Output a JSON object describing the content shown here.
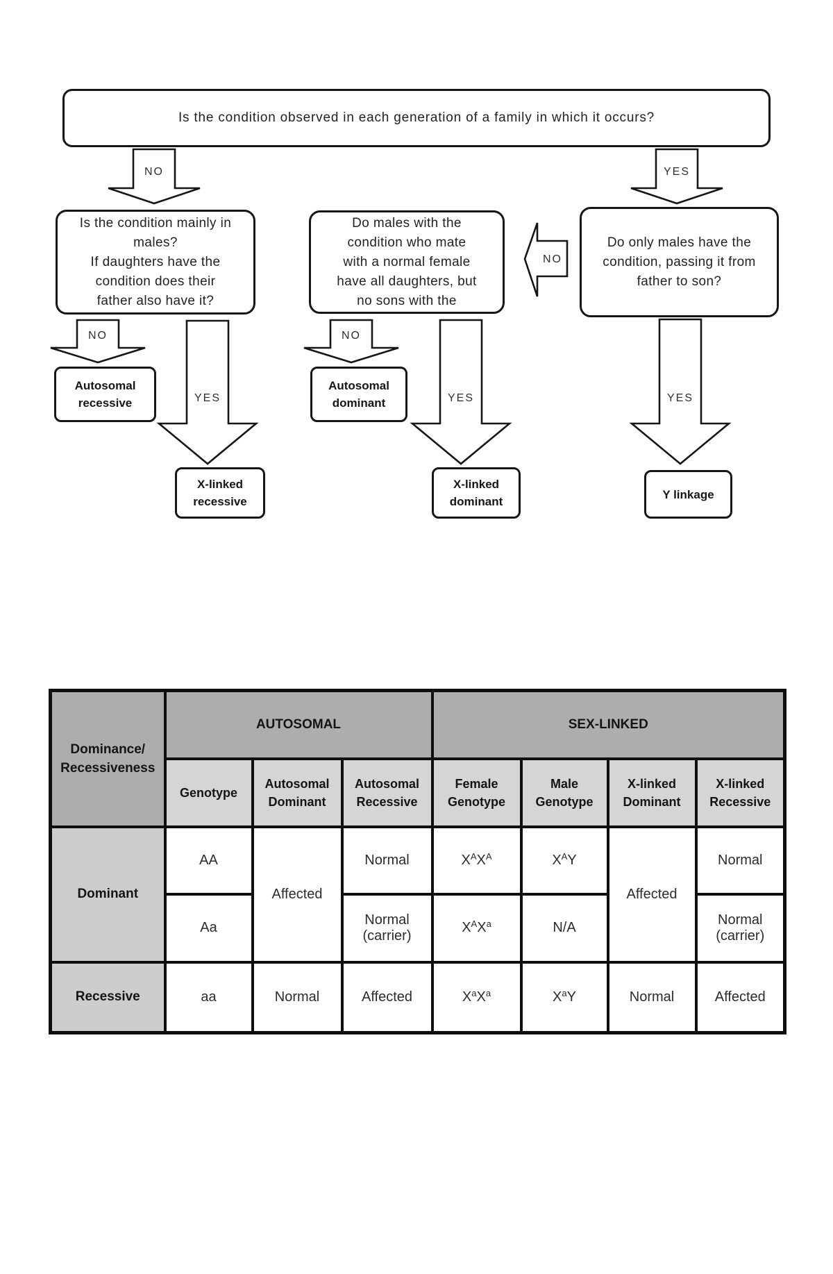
{
  "flowchart": {
    "label_no": "NO",
    "label_yes": "YES",
    "q_top": "Is the condition observed in each generation of a family in which it occurs?",
    "q_left": "Is the condition mainly in\nmales?\nIf daughters have the\ncondition does their\nfather also have it?",
    "q_middle": "Do males with the\ncondition who mate\nwith a normal female\nhave all daughters, but\nno sons with the",
    "q_right": "Do only males have the\ncondition, passing it from\nfather to son?",
    "outcome_autosomal_recessive": "Autosomal\nrecessive",
    "outcome_autosomal_dominant": "Autosomal\ndominant",
    "outcome_xlinked_recessive": "X-linked\nrecessive",
    "outcome_xlinked_dominant": "X-linked\ndominant",
    "outcome_y_linkage": "Y linkage"
  },
  "table": {
    "corner": "Dominance/\nRecessiveness",
    "group_autosomal": "AUTOSOMAL",
    "group_sexlinked": "SEX-LINKED",
    "col_headers": [
      "Genotype",
      "Autosomal\nDominant",
      "Autosomal\nRecessive",
      "Female\nGenotype",
      "Male\nGenotype",
      "X-linked\nDominant",
      "X-linked\nRecessive"
    ],
    "row_dominant": {
      "label": "Dominant",
      "genotype_1": "AA",
      "genotype_2": "Aa",
      "autosomal_dominant": "Affected",
      "autosomal_recessive_1": "Normal",
      "autosomal_recessive_2": "Normal\n(carrier)",
      "female_genotype_1": "X^AX^A",
      "female_genotype_2": "X^AX^a",
      "male_genotype_1": "X^AY",
      "male_genotype_2": "N/A",
      "xlinked_dominant": "Affected",
      "xlinked_recessive_1": "Normal",
      "xlinked_recessive_2": "Normal\n(carrier)"
    },
    "row_recessive": {
      "label": "Recessive",
      "genotype": "aa",
      "autosomal_dominant": "Normal",
      "autosomal_recessive": "Affected",
      "female_genotype": "X^aX^a",
      "male_genotype": "X^aY",
      "xlinked_dominant": "Normal",
      "xlinked_recessive": "Affected"
    }
  },
  "colors": {
    "header_dark": "#aeacac",
    "header_light": "#d6d5d5",
    "row_label": "#cecdcd",
    "line": "#161616"
  }
}
